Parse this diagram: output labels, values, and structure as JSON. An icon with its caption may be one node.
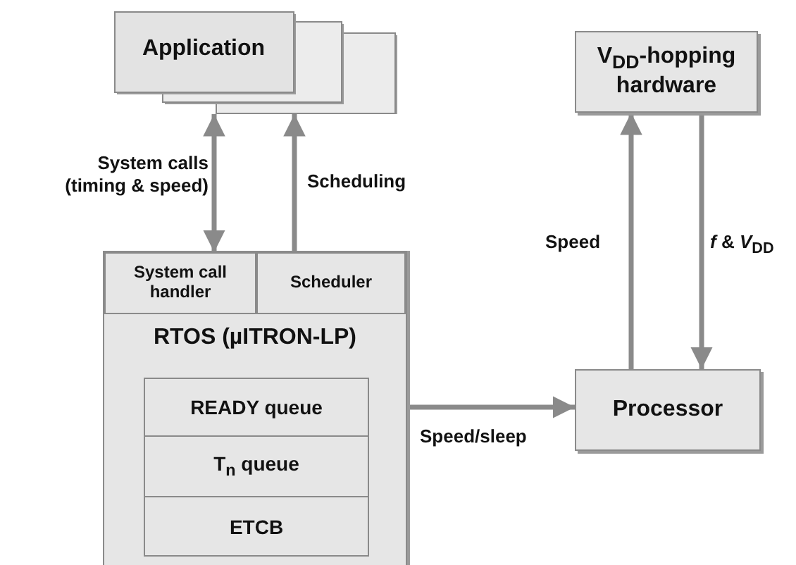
{
  "diagram": {
    "nodes": [
      {
        "text": [
          "Application"
        ]
      },
      {
        "text": [
          "RTOS (µITRON-LP)"
        ]
      },
      {
        "text": [
          "System call handler"
        ],
        "in": 1
      },
      {
        "text": [
          "Scheduler"
        ],
        "in": 1
      },
      {
        "text": [
          "READY queue"
        ],
        "in": 1
      },
      {
        "text": [
          "T$_{n}$ queue"
        ],
        "in": 1
      },
      {
        "text": [
          "ETCB"
        ],
        "in": 1
      },
      {
        "text": [
          "V$_{DD}$-hopping hardware"
        ]
      },
      {
        "text": [
          "Processor"
        ]
      }
    ],
    "edges": [
      {
        "from": 0,
        "to": 2,
        "arrow": "both",
        "label": "System calls (timing & speed)"
      },
      {
        "from": 3,
        "to": 0,
        "arrow": "to",
        "label": "Scheduling"
      },
      {
        "from": 1,
        "to": 8,
        "arrow": "to",
        "label": "Speed/sleep"
      },
      {
        "from": 8,
        "to": 7,
        "arrow": "to",
        "label": "Speed"
      },
      {
        "from": 7,
        "to": 8,
        "arrow": "to",
        "label": "*f* & *V*$_{DD}$"
      }
    ]
  }
}
